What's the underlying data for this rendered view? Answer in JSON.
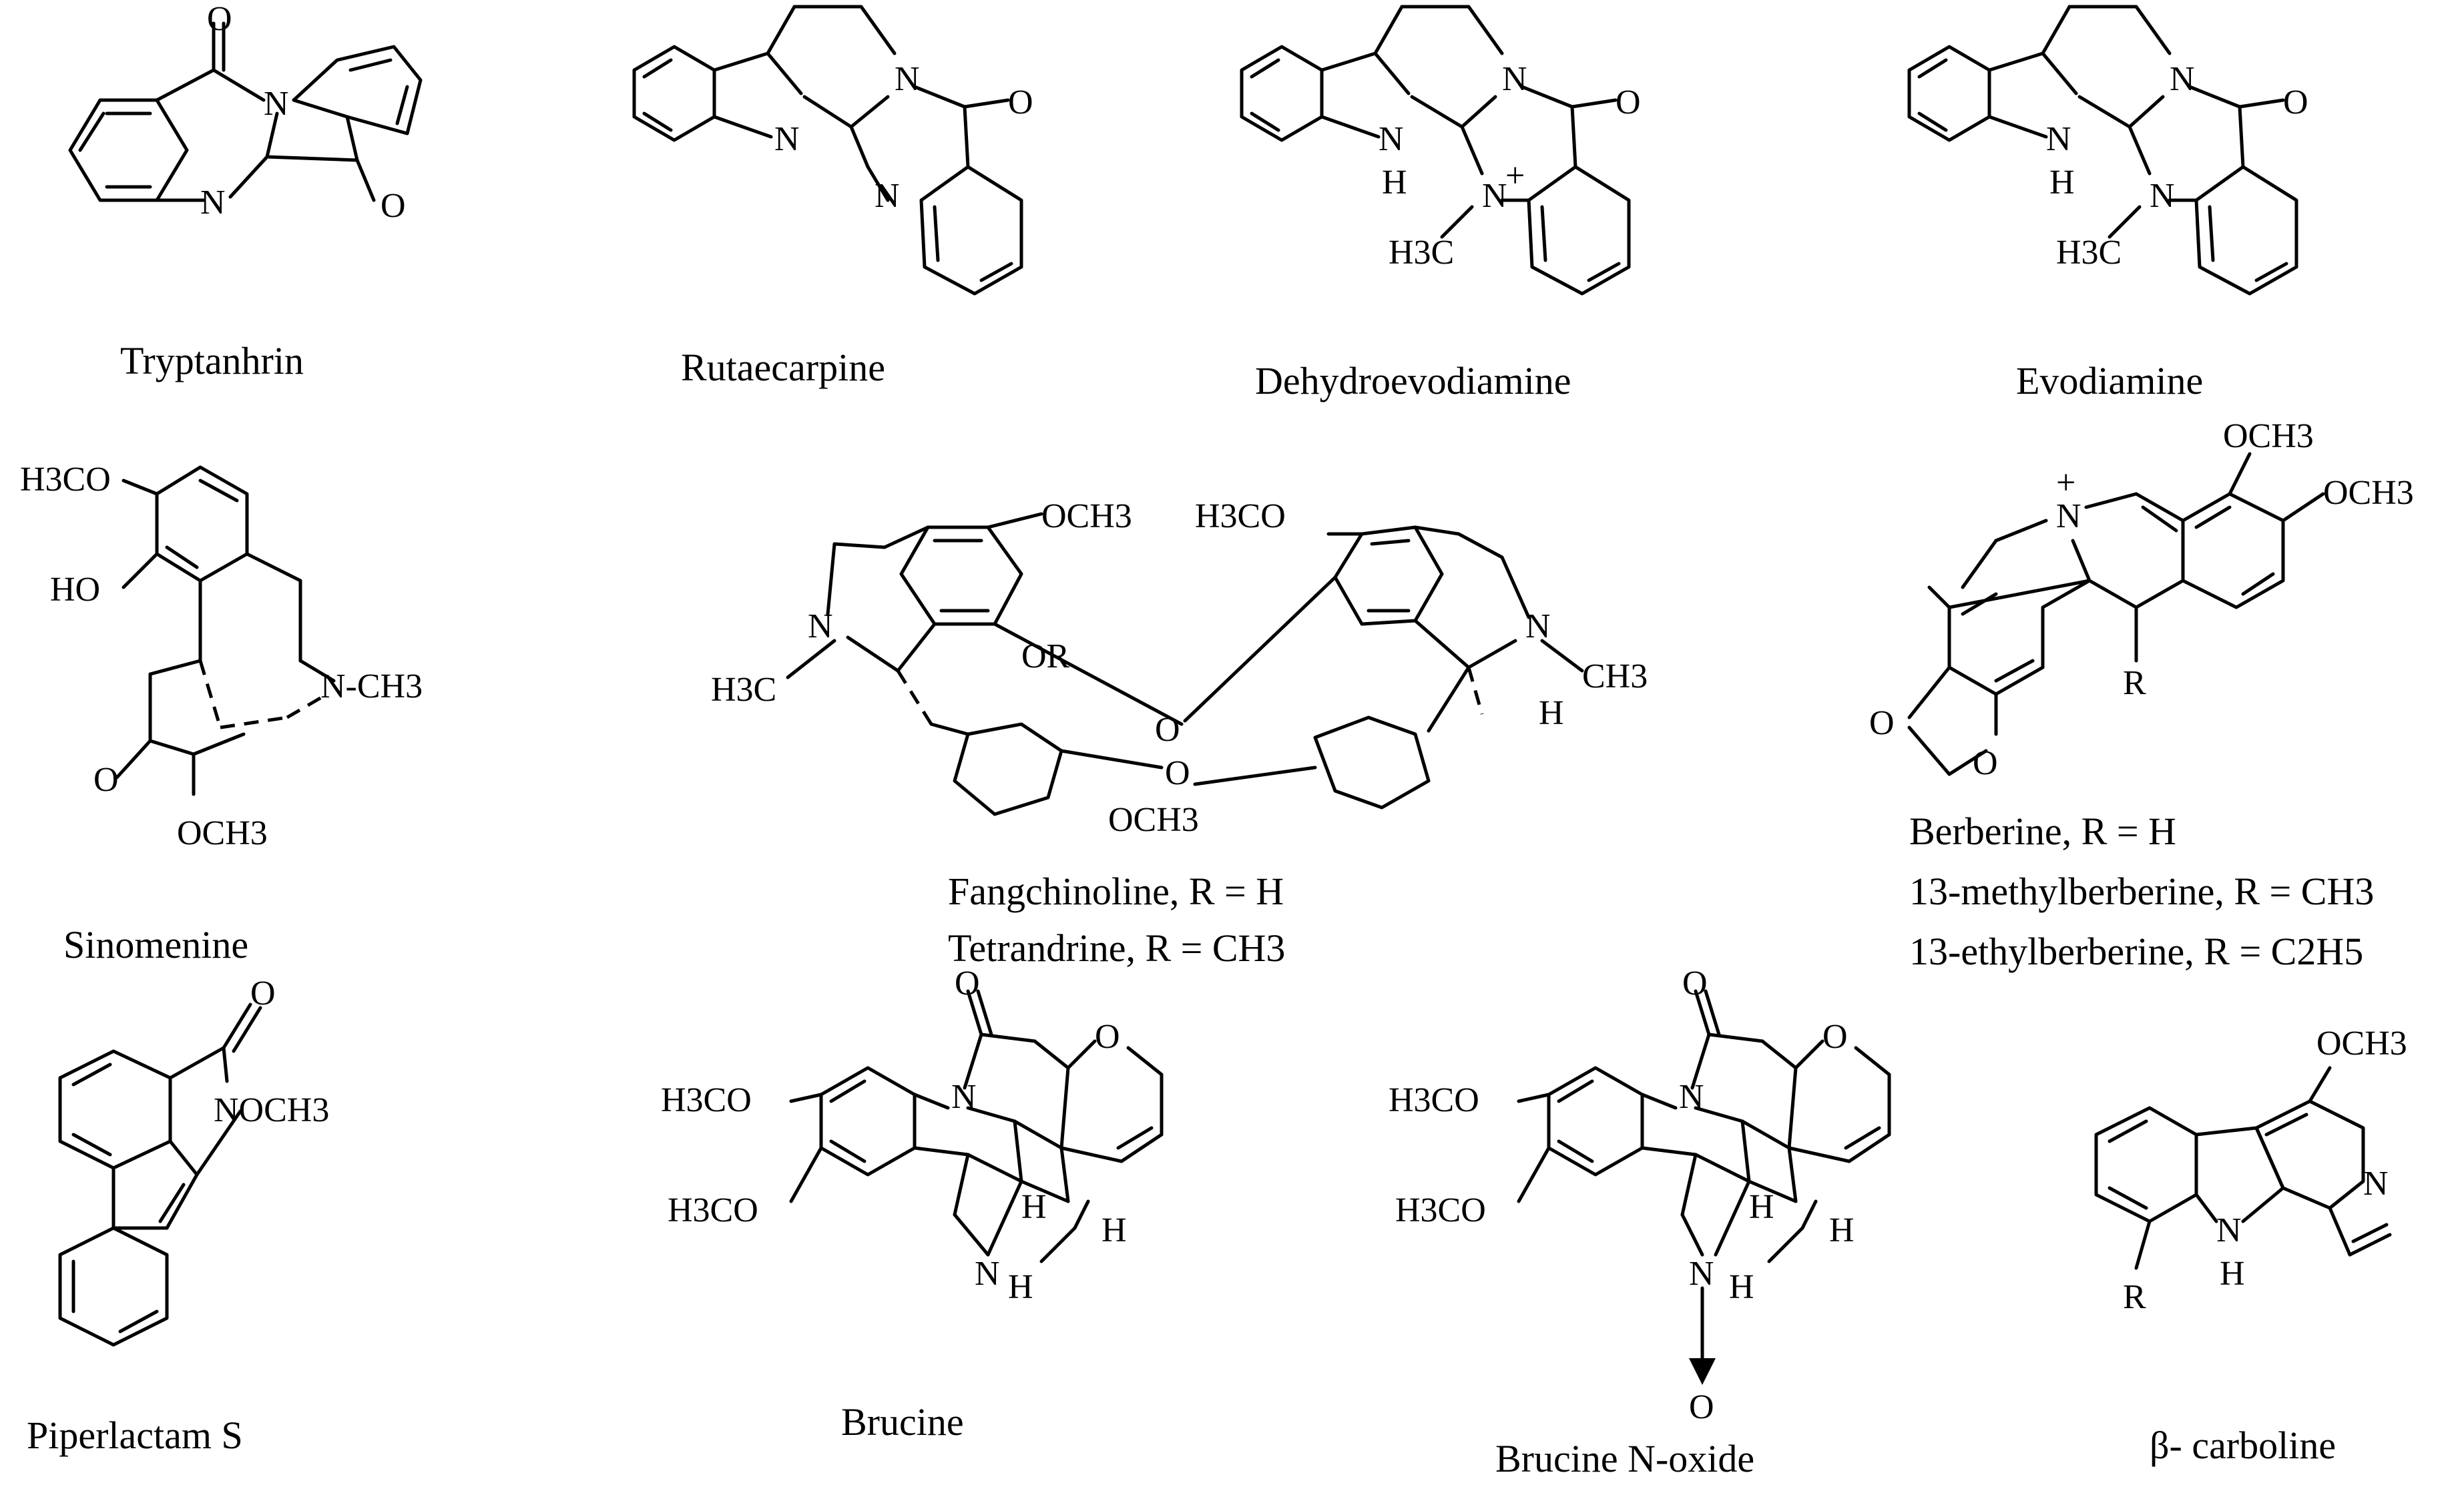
{
  "compounds": [
    {
      "id": "tryptanhrin",
      "caption": "Tryptanhrin"
    },
    {
      "id": "rutaecarpine",
      "caption": "Rutaecarpine"
    },
    {
      "id": "dehydroevodiamine",
      "caption": "Dehydroevodiamine"
    },
    {
      "id": "evodiamine",
      "caption": "Evodiamine"
    },
    {
      "id": "sinomenine",
      "caption": "Sinomenine"
    },
    {
      "id": "fangchinoline",
      "caption": "Fangchinoline, R = H",
      "caption2": "Tetrandrine, R = CH3"
    },
    {
      "id": "berberine",
      "caption": "Berberine, R = H",
      "caption2": "13-methylberberine, R = CH3",
      "caption3": "13-ethylberberine, R = C2H5"
    },
    {
      "id": "piperlactam",
      "caption": "Piperlactam S"
    },
    {
      "id": "brucine",
      "caption": "Brucine"
    },
    {
      "id": "brucine-n-oxide",
      "caption": "Brucine N-oxide"
    },
    {
      "id": "beta-carboline",
      "caption": "β- carboline"
    }
  ],
  "atom_labels": {
    "O": "O",
    "N": "N",
    "NH": "H",
    "Nplus": "+",
    "H3C": "H3C",
    "OCH3": "OCH3",
    "H3CO": "H3CO",
    "HO": "HO",
    "OR": "OR",
    "NCH3": "N-CH3",
    "CH3": "CH3",
    "R": "R",
    "H": "H",
    "NOCH3": "NOCH3"
  }
}
